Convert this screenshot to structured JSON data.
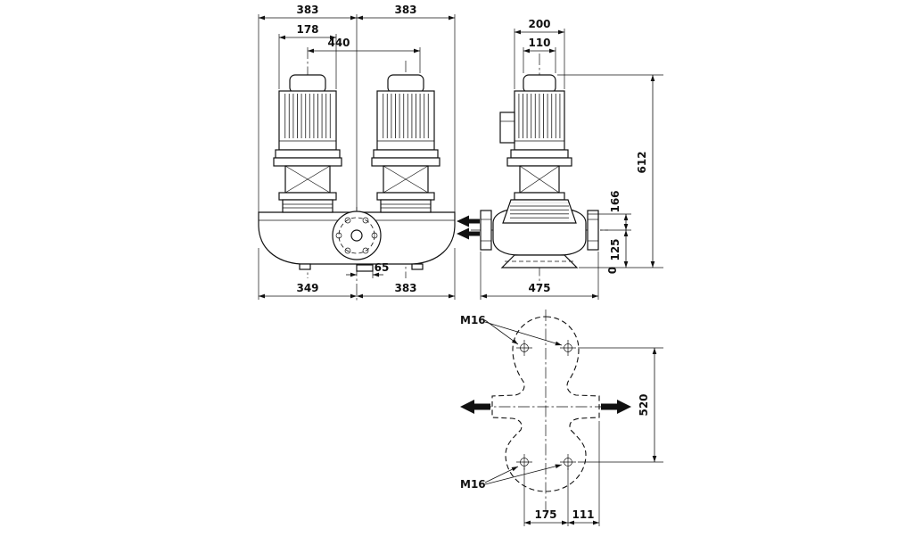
{
  "colors": {
    "line": "#111111",
    "background": "#ffffff"
  },
  "icons": {
    "flow_arrow": "filled-direction-arrow",
    "bolt_hole": "circle-with-centermark"
  },
  "front_view": {
    "dim_width_left": "383",
    "dim_width_right": "383",
    "dim_motor_width": "178",
    "dim_center_span": "440",
    "dim_drain_offset": "65",
    "dim_base_left": "349",
    "dim_base_right": "383"
  },
  "side_view": {
    "dim_motor_depth": "200",
    "dim_cap_width": "110",
    "dim_total_height": "612",
    "dim_mid_height": "166",
    "dim_port_height": "125",
    "dim_baseline": "0",
    "dim_length": "475"
  },
  "plan_view": {
    "bolt_thread_top": "M16",
    "bolt_thread_bottom": "M16",
    "dim_bolt_span_vertical": "520",
    "dim_bolt_spacing": "175",
    "dim_edge_offset": "111"
  }
}
